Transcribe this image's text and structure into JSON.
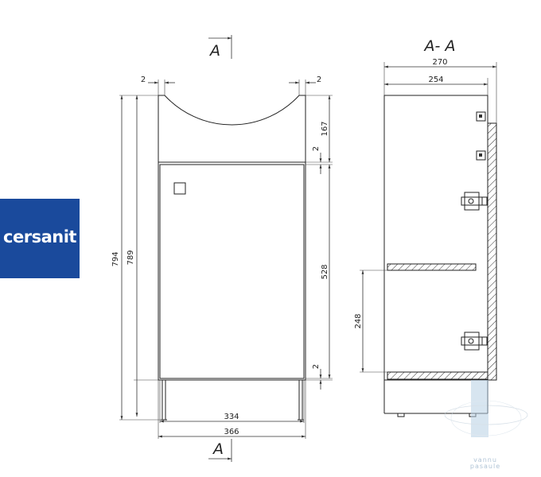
{
  "brand": {
    "logo_text": "cersanit",
    "logo_color": "#1a4a9c"
  },
  "section_labels": {
    "cut_top": "A",
    "cut_bottom": "A",
    "section_title": "A- A"
  },
  "front_view": {
    "dims": {
      "total_height": "794",
      "body_height": "789",
      "top_gap_left": "2",
      "top_gap_right": "2",
      "arch_height": "167",
      "door_gap_top": "2",
      "door_height": "528",
      "door_gap_bottom": "2",
      "door_width": "334",
      "total_width": "366"
    }
  },
  "side_view": {
    "dims": {
      "total_depth": "270",
      "body_depth": "254",
      "shelf_height": "248"
    }
  },
  "watermark": {
    "line1": "vannu",
    "line2": "pasaule"
  }
}
